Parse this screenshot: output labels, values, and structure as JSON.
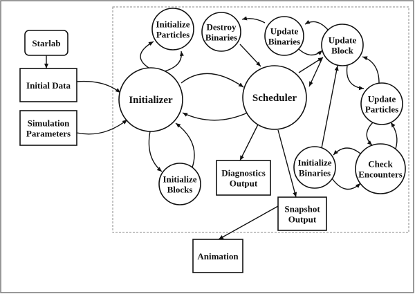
{
  "diagram": {
    "nodes": [
      {
        "id": "starlab",
        "label": [
          "Starlab"
        ],
        "shape": "rounded-box"
      },
      {
        "id": "initial-data",
        "label": [
          "Initial Data"
        ],
        "shape": "box"
      },
      {
        "id": "simulation-parameters",
        "label": [
          "Simulation",
          "Parameters"
        ],
        "shape": "box"
      },
      {
        "id": "initializer",
        "label": [
          "Initializer"
        ],
        "shape": "circle"
      },
      {
        "id": "initialize-particles",
        "label": [
          "Initialize",
          "Particles"
        ],
        "shape": "circle"
      },
      {
        "id": "initialize-blocks",
        "label": [
          "Initialize",
          "Blocks"
        ],
        "shape": "circle"
      },
      {
        "id": "scheduler",
        "label": [
          "Scheduler"
        ],
        "shape": "circle"
      },
      {
        "id": "destroy-binaries",
        "label": [
          "Destroy",
          "Binaries"
        ],
        "shape": "circle"
      },
      {
        "id": "update-binaries",
        "label": [
          "Update",
          "Binaries"
        ],
        "shape": "circle"
      },
      {
        "id": "update-block",
        "label": [
          "Update",
          "Block"
        ],
        "shape": "circle"
      },
      {
        "id": "update-particles",
        "label": [
          "Update",
          "Particles"
        ],
        "shape": "circle"
      },
      {
        "id": "check-encounters",
        "label": [
          "Check",
          "Encounters"
        ],
        "shape": "circle"
      },
      {
        "id": "initialize-binaries",
        "label": [
          "Initialize",
          "Binaries"
        ],
        "shape": "circle"
      },
      {
        "id": "diagnostics-output",
        "label": [
          "Diagnostics",
          "Output"
        ],
        "shape": "box"
      },
      {
        "id": "snapshot-output",
        "label": [
          "Snapshot",
          "Output"
        ],
        "shape": "box"
      },
      {
        "id": "animation",
        "label": [
          "Animation"
        ],
        "shape": "box"
      }
    ],
    "edges": [
      {
        "from": "starlab",
        "to": "initial-data"
      },
      {
        "from": "initial-data",
        "to": "initializer"
      },
      {
        "from": "simulation-parameters",
        "to": "initializer"
      },
      {
        "from": "initializer",
        "to": "initialize-particles"
      },
      {
        "from": "initialize-particles",
        "to": "initializer"
      },
      {
        "from": "initializer",
        "to": "initialize-blocks"
      },
      {
        "from": "initialize-blocks",
        "to": "initializer"
      },
      {
        "from": "initializer",
        "to": "scheduler"
      },
      {
        "from": "scheduler",
        "to": "initializer"
      },
      {
        "from": "scheduler",
        "to": "update-block"
      },
      {
        "from": "update-block",
        "to": "scheduler"
      },
      {
        "from": "update-block",
        "to": "update-binaries"
      },
      {
        "from": "update-binaries",
        "to": "update-block"
      },
      {
        "from": "update-binaries",
        "to": "destroy-binaries"
      },
      {
        "from": "destroy-binaries",
        "to": "scheduler"
      },
      {
        "from": "update-block",
        "to": "update-particles"
      },
      {
        "from": "update-particles",
        "to": "update-block"
      },
      {
        "from": "update-particles",
        "to": "check-encounters"
      },
      {
        "from": "check-encounters",
        "to": "update-particles"
      },
      {
        "from": "check-encounters",
        "to": "initialize-binaries"
      },
      {
        "from": "initialize-binaries",
        "to": "check-encounters"
      },
      {
        "from": "initialize-binaries",
        "to": "update-block"
      },
      {
        "from": "scheduler",
        "to": "diagnostics-output"
      },
      {
        "from": "scheduler",
        "to": "snapshot-output"
      },
      {
        "from": "snapshot-output",
        "to": "animation"
      }
    ],
    "group": {
      "id": "simulation-core",
      "style": "dashed"
    }
  }
}
